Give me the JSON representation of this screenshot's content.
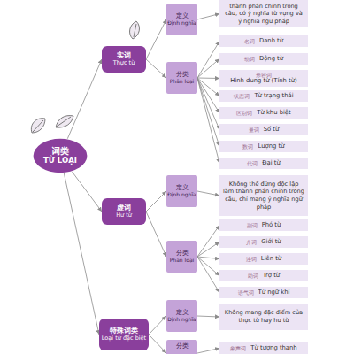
{
  "diagram": {
    "nodes": [
      {
        "text": [
          "词类",
          "TỪ LOẠI"
        ]
      },
      {
        "text": [
          "实词",
          "Thực từ"
        ]
      },
      {
        "text": [
          "定义",
          "Định nghĩa"
        ]
      },
      {
        "text": [
          "thành phần chính trong câu, có ý nghĩa từ vựng và ý nghĩa ngữ pháp"
        ]
      },
      {
        "text": [
          "分类",
          "Phân loại"
        ]
      },
      {
        "text": [
          "名词",
          "Danh từ"
        ]
      },
      {
        "text": [
          "动词",
          "Động từ"
        ]
      },
      {
        "text": [
          "形容词",
          "Hình dung từ (Tính từ)"
        ]
      },
      {
        "text": [
          "状态词",
          "Từ trạng thái"
        ]
      },
      {
        "text": [
          "区别词",
          "Từ khu biệt"
        ]
      },
      {
        "text": [
          "量词",
          "Số từ"
        ]
      },
      {
        "text": [
          "数词",
          "Lượng từ"
        ]
      },
      {
        "text": [
          "代词",
          "Đại từ"
        ]
      },
      {
        "text": [
          "虚词",
          "Hư từ"
        ]
      },
      {
        "text": [
          "定义",
          "Định nghĩa"
        ]
      },
      {
        "text": [
          "Không thể đứng độc lập làm thành phần chính trong câu, chỉ mang ý nghĩa ngữ pháp"
        ]
      },
      {
        "text": [
          "分类",
          "Phân loại"
        ]
      },
      {
        "text": [
          "副词",
          "Phó từ"
        ]
      },
      {
        "text": [
          "介词",
          "Giới từ"
        ]
      },
      {
        "text": [
          "连词",
          "Liên từ"
        ]
      },
      {
        "text": [
          "助词",
          "Trợ từ"
        ]
      },
      {
        "text": [
          "语气词",
          "Từ ngữ khí"
        ]
      },
      {
        "text": [
          "特殊词类",
          "Loại từ đặc biệt"
        ]
      },
      {
        "text": [
          "定义",
          "Định nghĩa"
        ]
      },
      {
        "text": [
          "Không mang đặc điểm của thực từ hay hư từ"
        ]
      },
      {
        "text": [
          "分类"
        ]
      },
      {
        "text": [
          "象声词",
          "Từ tượng thanh"
        ]
      }
    ],
    "edges": [
      {
        "from": 0,
        "to": 1,
        "arrow": "to"
      },
      {
        "from": 0,
        "to": 13,
        "arrow": "to"
      },
      {
        "from": 0,
        "to": 22,
        "arrow": "to"
      },
      {
        "from": 1,
        "to": 2,
        "arrow": "to"
      },
      {
        "from": 1,
        "to": 4,
        "arrow": "to"
      },
      {
        "from": 2,
        "to": 3,
        "arrow": "to"
      },
      {
        "from": 4,
        "to": 5,
        "arrow": "to"
      },
      {
        "from": 4,
        "to": 6,
        "arrow": "to"
      },
      {
        "from": 4,
        "to": 7,
        "arrow": "to"
      },
      {
        "from": 4,
        "to": 8,
        "arrow": "to"
      },
      {
        "from": 4,
        "to": 9,
        "arrow": "to"
      },
      {
        "from": 4,
        "to": 10,
        "arrow": "to"
      },
      {
        "from": 4,
        "to": 11,
        "arrow": "to"
      },
      {
        "from": 4,
        "to": 12,
        "arrow": "to"
      },
      {
        "from": 13,
        "to": 14,
        "arrow": "to"
      },
      {
        "from": 13,
        "to": 16,
        "arrow": "to"
      },
      {
        "from": 14,
        "to": 15,
        "arrow": "to"
      },
      {
        "from": 16,
        "to": 17,
        "arrow": "to"
      },
      {
        "from": 16,
        "to": 18,
        "arrow": "to"
      },
      {
        "from": 16,
        "to": 19,
        "arrow": "to"
      },
      {
        "from": 16,
        "to": 20,
        "arrow": "to"
      },
      {
        "from": 16,
        "to": 21,
        "arrow": "to"
      },
      {
        "from": 22,
        "to": 23,
        "arrow": "to"
      },
      {
        "from": 22,
        "to": 25,
        "arrow": "to"
      },
      {
        "from": 23,
        "to": 24,
        "arrow": "to"
      },
      {
        "from": 25,
        "to": 26,
        "arrow": "to"
      }
    ]
  }
}
